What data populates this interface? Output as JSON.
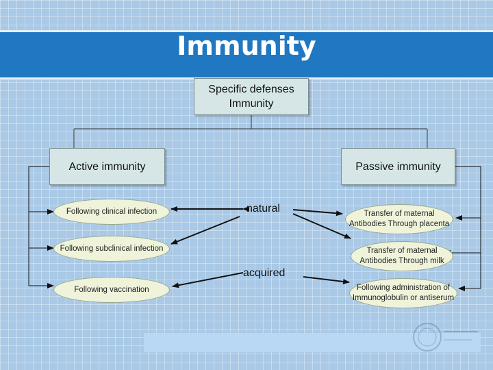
{
  "title": "Immunity",
  "root": {
    "line1": "Specific defenses",
    "line2": "Immunity"
  },
  "active": {
    "label": "Active immunity"
  },
  "passive": {
    "label": "Passive immunity"
  },
  "active_examples": [
    "Following clinical infection",
    "Following subclinical infection",
    "Following vaccination"
  ],
  "passive_examples": [
    {
      "line1": "Transfer of maternal",
      "line2": "Antibodies Through placenta"
    },
    {
      "line1": "Transfer of maternal",
      "line2": "Antibodies Through milk"
    },
    {
      "line1": "Following administration of",
      "line2": "Immunoglobulin or antiserum"
    }
  ],
  "categories": {
    "natural": "natural",
    "acquired": "acquired"
  }
}
